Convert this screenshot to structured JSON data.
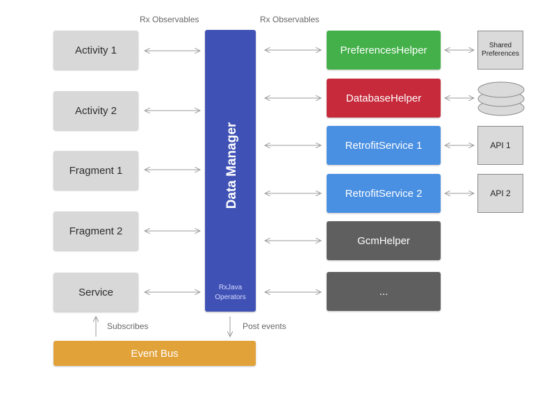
{
  "labels": {
    "rx_left": "Rx Observables",
    "rx_right": "Rx Observables",
    "subscribes": "Subscribes",
    "post_events": "Post events"
  },
  "clients": [
    {
      "label": "Activity 1"
    },
    {
      "label": "Activity 2"
    },
    {
      "label": "Fragment 1"
    },
    {
      "label": "Fragment 2"
    },
    {
      "label": "Service"
    }
  ],
  "data_manager": {
    "title": "Data Manager",
    "operators_line1": "RxJava",
    "operators_line2": "Operators"
  },
  "helpers": [
    {
      "label": "PreferencesHelper",
      "color": "#43b049"
    },
    {
      "label": "DatabaseHelper",
      "color": "#c62a3b"
    },
    {
      "label": "RetrofitService 1",
      "color": "#4a90e2"
    },
    {
      "label": "RetrofitService 2",
      "color": "#4a90e2"
    },
    {
      "label": "GcmHelper",
      "color": "#5f5f5f"
    },
    {
      "label": "...",
      "color": "#5f5f5f"
    }
  ],
  "externals": {
    "shared_prefs_line1": "Shared",
    "shared_prefs_line2": "Preferences",
    "api1": "API 1",
    "api2": "API 2"
  },
  "event_bus": {
    "label": "Event Bus",
    "color": "#e2a23a"
  }
}
